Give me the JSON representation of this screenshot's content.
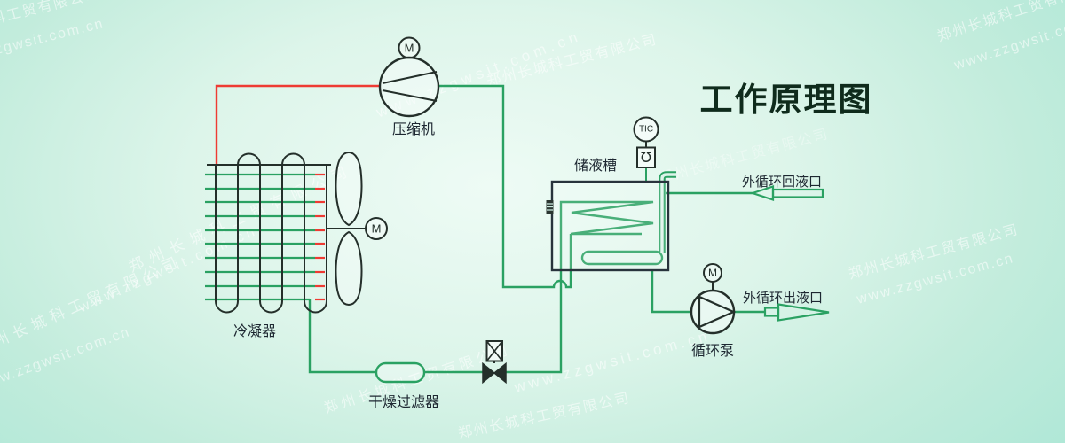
{
  "title": "工作原理图",
  "watermark": {
    "company": "郑州长城科工贸有限公司",
    "url": "www.zzgwsit.com.cn"
  },
  "labels": {
    "compressor": "压缩机",
    "condenser": "冷凝器",
    "tank": "储液槽",
    "filter": "干燥过滤器",
    "pump": "循环泵",
    "return_port": "外循环回液口",
    "outlet_port": "外循环出液口"
  },
  "instruments": {
    "motor": "M",
    "controller": "TIC",
    "sensor": "℧"
  },
  "colors": {
    "pipe_green": "#2aa162",
    "pipe_hot_red": "#ee3b33",
    "line_dark": "#242f2a",
    "title_text": "#0f2b1c",
    "background_center": "#eefbf5",
    "background_edge": "#a9e6d5",
    "watermark": "#ffffff"
  }
}
